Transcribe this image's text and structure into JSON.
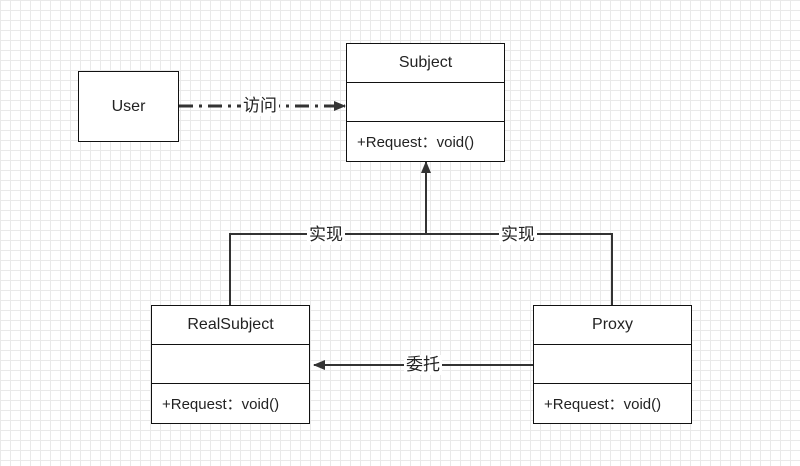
{
  "user": {
    "label": "User"
  },
  "classes": {
    "subject": {
      "name": "Subject",
      "operation": "+Request：void()"
    },
    "realsubject": {
      "name": "RealSubject",
      "operation": "+Request：void()"
    },
    "proxy": {
      "name": "Proxy",
      "operation": "+Request：void()"
    }
  },
  "edges": {
    "access": "访问",
    "implement_left": "实现",
    "implement_right": "实现",
    "delegate": "委托"
  },
  "colors": {
    "line": "#333333",
    "border": "#111111",
    "grid": "#e9e9e9"
  }
}
